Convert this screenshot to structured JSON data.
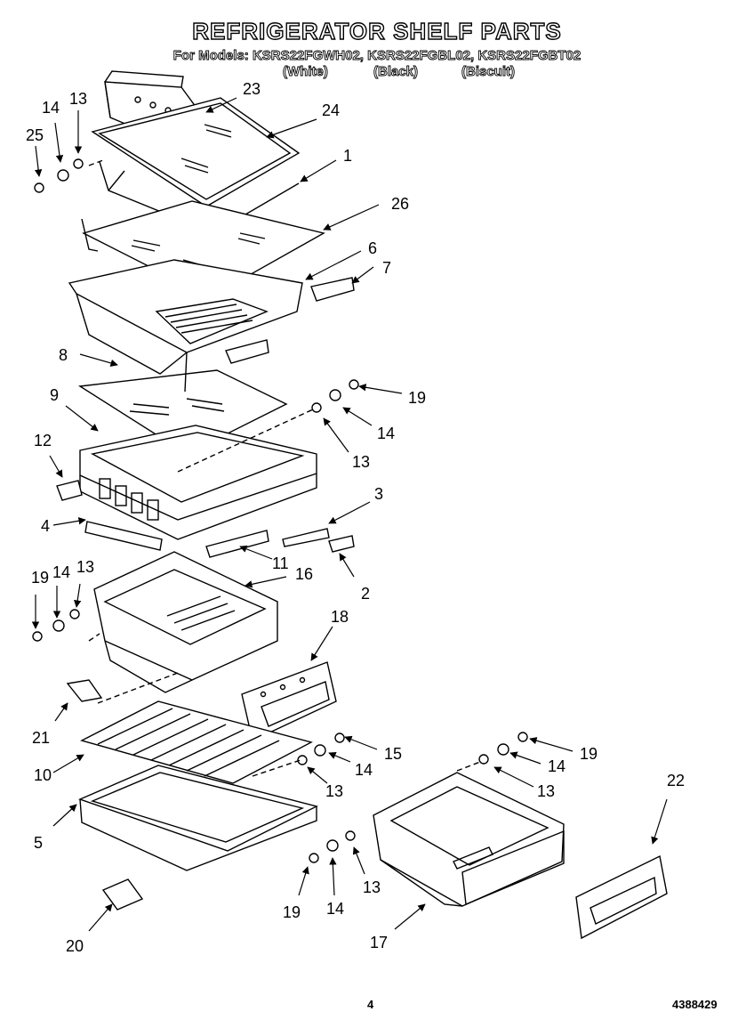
{
  "title": "REFRIGERATOR SHELF PARTS",
  "models_line": "For Models: KSRS22FGWH02, KSRS22FGBL02, KSRS22FGBT02",
  "finishes": [
    "(White)",
    "(Black)",
    "(Biscuit)"
  ],
  "page_number": "4",
  "document_number": "4388429",
  "callouts": [
    "23",
    "24",
    "14",
    "13",
    "25",
    "1",
    "26",
    "6",
    "7",
    "8",
    "19",
    "14",
    "9",
    "13",
    "12",
    "3",
    "4",
    "11",
    "2",
    "16",
    "19",
    "14",
    "13",
    "18",
    "21",
    "15",
    "10",
    "14",
    "19",
    "14",
    "13",
    "22",
    "13",
    "5",
    "13",
    "19",
    "14",
    "20",
    "17"
  ]
}
